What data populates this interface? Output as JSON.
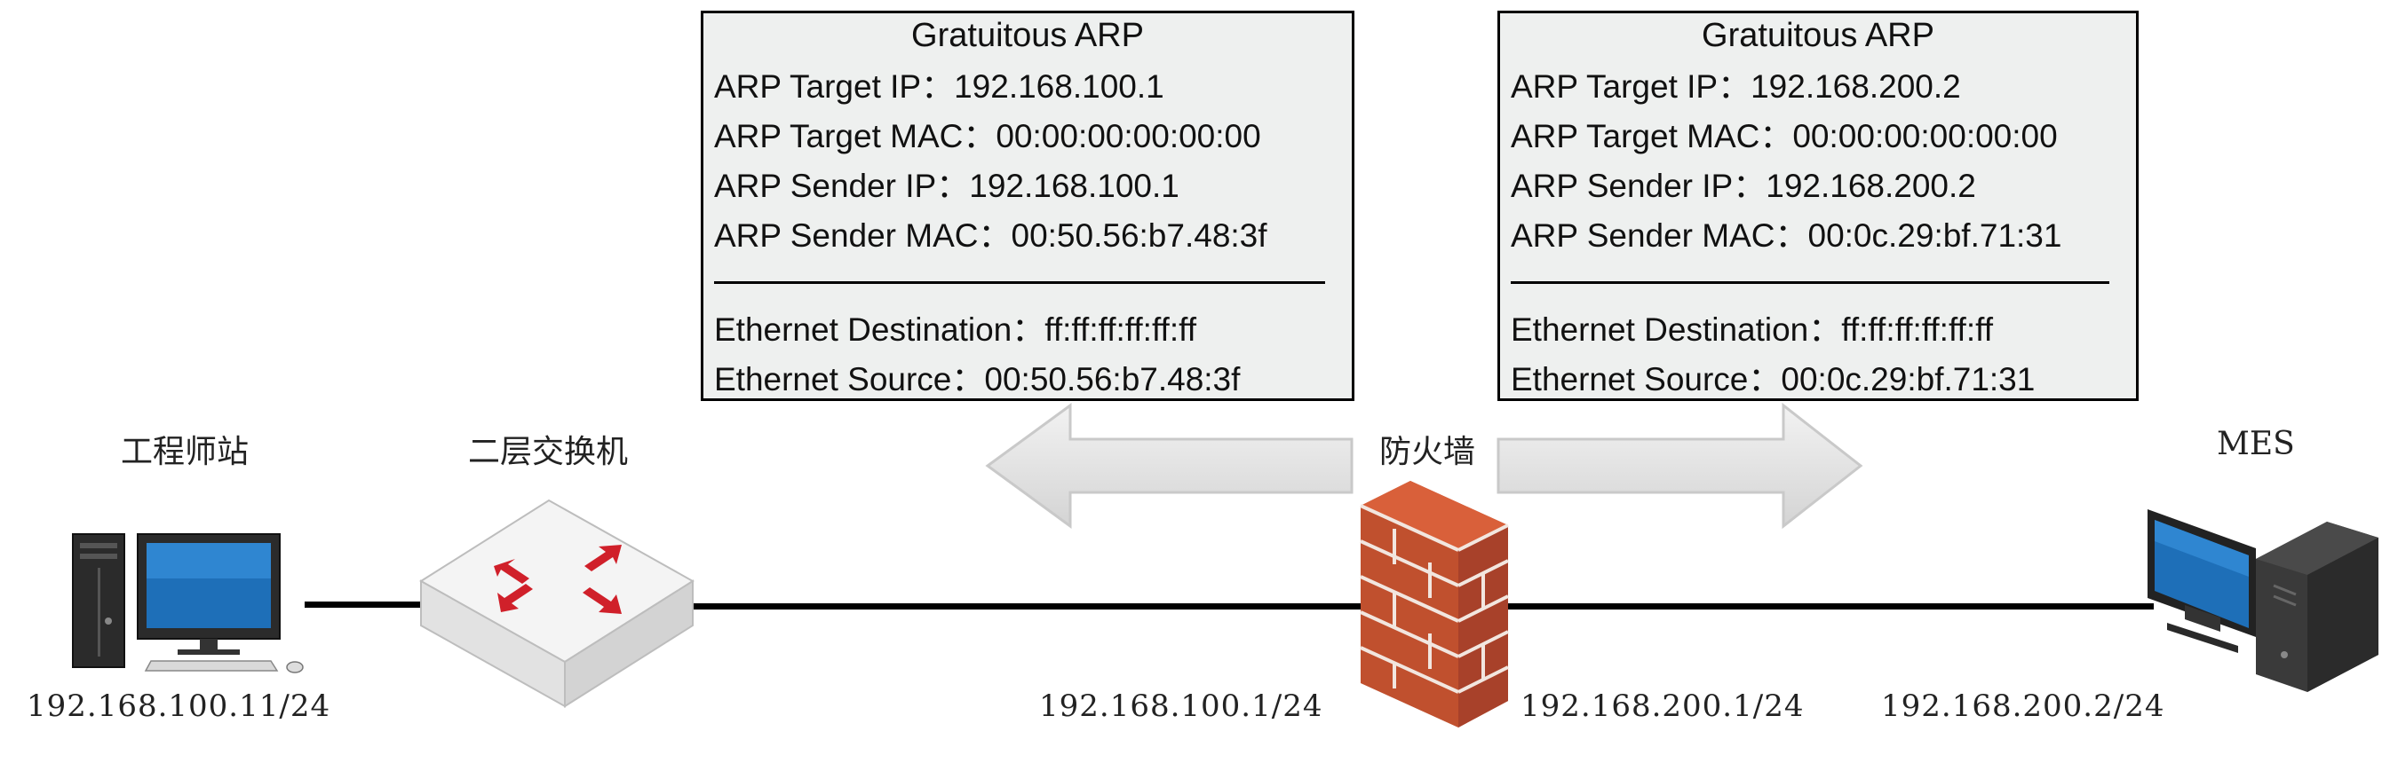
{
  "arp_left": {
    "title": "Gratuitous ARP",
    "rows": [
      "ARP Target IP：192.168.100.1",
      "ARP Target MAC：00:00:00:00:00:00",
      "ARP Sender IP：192.168.100.1",
      "ARP Sender MAC：00:50.56:b7.48:3f",
      "Ethernet Destination：ff:ff:ff:ff:ff:ff",
      "Ethernet Source：00:50.56:b7.48:3f"
    ]
  },
  "arp_right": {
    "title": "Gratuitous ARP",
    "rows": [
      "ARP Target IP：192.168.200.2",
      "ARP Target MAC：00:00:00:00:00:00",
      "ARP Sender IP：192.168.200.2",
      "ARP Sender MAC：00:0c.29:bf.71:31",
      "Ethernet Destination：ff:ff:ff:ff:ff:ff",
      "Ethernet Source：00:0c.29:bf.71:31"
    ]
  },
  "nodes": {
    "workstation": {
      "label": "工程师站",
      "ip": "192.168.100.11/24"
    },
    "switch": {
      "label": "二层交换机"
    },
    "firewall": {
      "label": "防火墙",
      "ip_left": "192.168.100.1/24",
      "ip_right": "192.168.200.1/24"
    },
    "mes": {
      "label": "MES",
      "ip": "192.168.200.2/24"
    }
  },
  "colors": {
    "box_fill": "#eef0ef",
    "arrow_fill": "#e6e6e6",
    "brick": "#c0502e",
    "switch_arrows": "#d0202a",
    "screen": "#1e6fb8"
  }
}
